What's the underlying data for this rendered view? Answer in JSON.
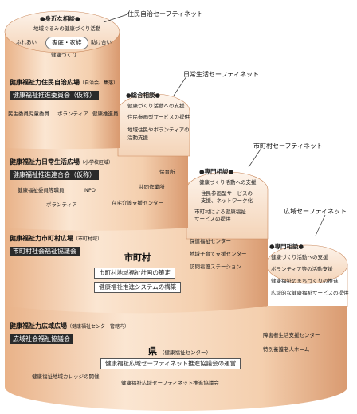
{
  "colors": {
    "cylinder_light": "#fbe9d8",
    "cylinder_mid": "#f1c9a6",
    "cylinder_dark": "#d99a70",
    "label_bg": "#2a2a2a"
  },
  "nets": {
    "resident": "住民自治セーフティネット",
    "daily": "日常生活セーフティネット",
    "municipal": "市町村セーフティネット",
    "regional": "広域セーフティネット"
  },
  "tier1": {
    "bubble": "●身近な相談●",
    "community": "地域ぐるみの健康づくり活動",
    "fureai": "ふれあい",
    "center": "家庭・家族",
    "tasukeai": "助け合い",
    "health": "健康づくり",
    "heading": "健康福祉力住民自治広場",
    "heading_sub": "（自治会、集落）",
    "committee": "健康福祉推進委員会（仮称）",
    "m1": "民生委員児童委員",
    "m2": "ボランティア",
    "m3": "健康推進員"
  },
  "tier2": {
    "bubble": "●総合相談●",
    "b1": "健康づくり活動への支援",
    "b2": "住民参画型サービスの提供",
    "b3": "地域住民やボランティアの",
    "b4": "活動支援",
    "heading": "健康福祉力日常生活広場",
    "heading_sub": "（小学校区域）",
    "council": "健康福祉推進連合会（仮称）",
    "m1": "健康福祉委員等職員",
    "m2": "NPO",
    "m3": "保育所",
    "m4": "共同作業所",
    "m5": "ボランティア",
    "m6": "在宅介護支援センター"
  },
  "tier3": {
    "bubble": "●専門相談●",
    "b1": "健康づくり活動への支援",
    "b2": "住民参画型サービスの",
    "b3": "支援、ネットワーク化",
    "b4": "市町村による健康福祉",
    "b5": "サービスの提供",
    "heading": "健康福祉力市町村広場",
    "heading_sub": "（市町村域）",
    "council": "市町村社会福祉協議会",
    "city": "市町村",
    "plan": "市町村地域福祉計画の策定",
    "system": "健康福祉推進システムの構築",
    "m1": "保健福祉センター",
    "m2": "地域子育て支援センター",
    "m3": "訪問看護ステーション"
  },
  "tier4": {
    "bubble": "●専門相談●",
    "b1": "健康づくり活動への支援",
    "b2": "ボランティア等の活動支援",
    "b3": "健康福祉のまちづくりの推進",
    "b4": "広域的な健康福祉サービスの提供",
    "heading": "健康福祉力広域広場",
    "heading_sub": "（健康福祉センター管轄内）",
    "council": "広域社会福祉協議会",
    "pref": "県",
    "pref_sub": "（健康福祉センター）",
    "committee": "健康福祉広域セーフティネット推進協議会の運営",
    "m1": "障害者生活支援センター",
    "m2": "特別養護老人ホーム",
    "m3": "健康福祉地域カレッジの開催",
    "m4": "健康福祉広域セーフティネット推進協議会"
  }
}
